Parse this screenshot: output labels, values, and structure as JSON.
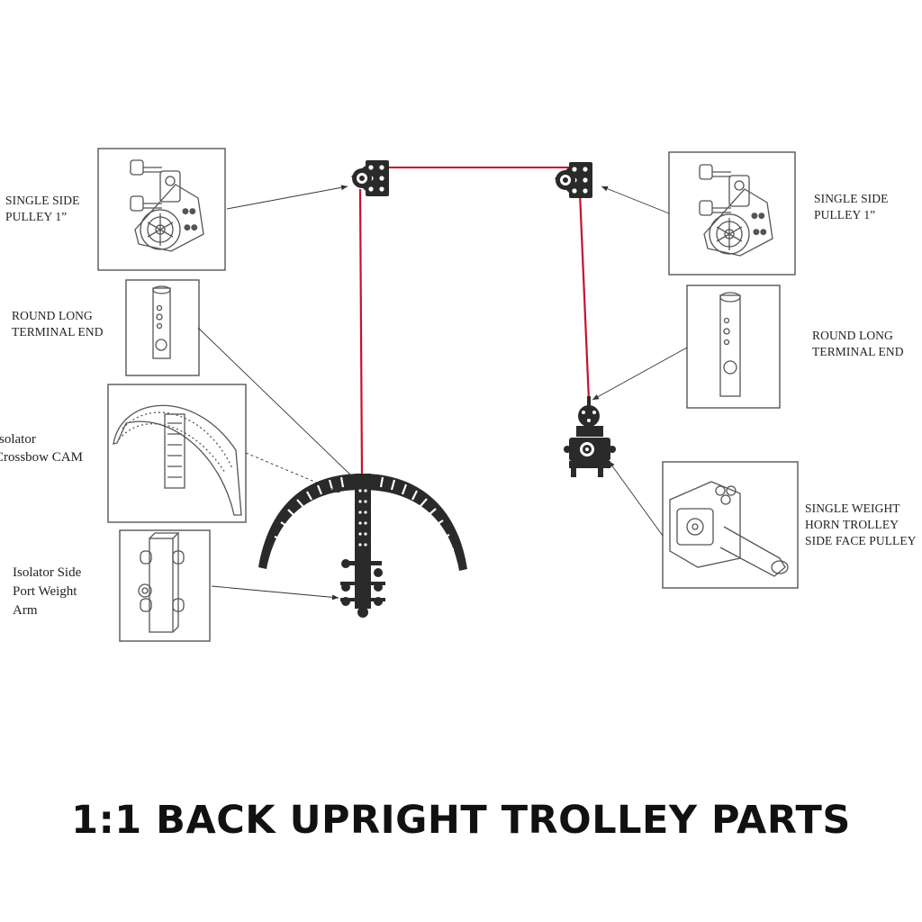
{
  "title": "1:1 BACK UPRIGHT TROLLEY PARTS",
  "labels": {
    "pulley_left": [
      "SINGLE SIDE",
      "PULLEY 1”"
    ],
    "terminal_left": [
      "ROUND LONG",
      "TERMINAL END"
    ],
    "cam": [
      "Isolator",
      "Crossbow CAM"
    ],
    "weight_arm": [
      "Isolator Side",
      "Port Weight",
      "Arm"
    ],
    "pulley_right": [
      "SINGLE SIDE",
      "PULLEY 1”"
    ],
    "terminal_right": [
      "ROUND LONG",
      "TERMINAL END"
    ],
    "trolley": [
      "SINGLE WEIGHT",
      "HORN TROLLEY",
      "SIDE FACE PULLEY"
    ]
  },
  "colors": {
    "cable": "#c8102e",
    "part": "#2a2a2a",
    "frame": "#555555",
    "leader": "#333333"
  },
  "icons": [
    "pulley-icon",
    "terminal-end-icon",
    "crossbow-cam-icon",
    "weight-arm-icon",
    "trolley-icon"
  ]
}
